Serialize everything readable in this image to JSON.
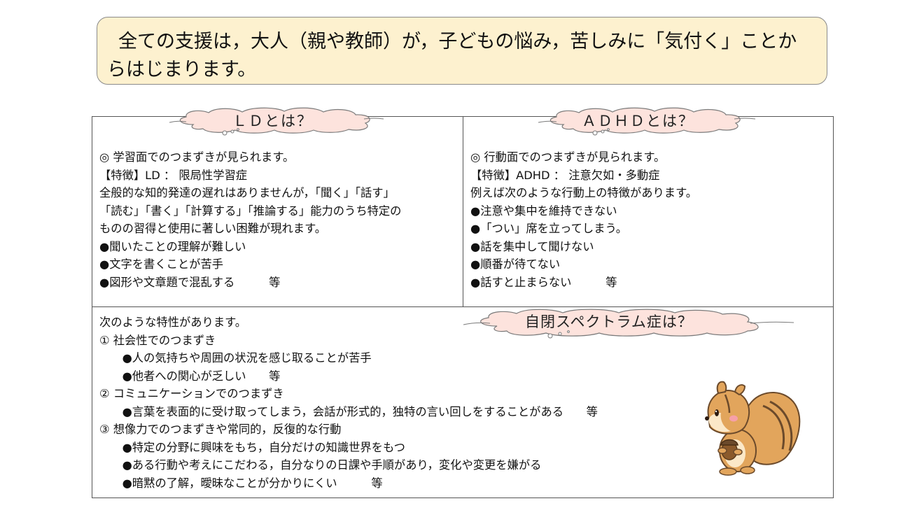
{
  "banner": {
    "line1": "全ての支援は，大人（親や教師）が，子どもの悩み，苦しみに「気付く」ことか",
    "line2": "らはじまります。"
  },
  "ld": {
    "title": "ＬＤとは？",
    "lines": [
      "◎  学習面でのつまずきが見られます。",
      "  【特徴】LD ： 限局性学習症",
      "全般的な知的発達の遅れはありませんが，「聞く」「話す」",
      "「読む」「書く」「計算する」「推論する」能力のうち特定の",
      "ものの習得と使用に著しい困難が現れます。",
      "●聞いたことの理解が難しい",
      "●文字を書くことが苦手",
      "●図形や文章題で混乱する　　　等"
    ]
  },
  "adhd": {
    "title": "ＡＤＨＤとは？",
    "lines": [
      "◎  行動面でのつまずきが見られます。",
      "  【特徴】ADHD ： 注意欠如・多動症",
      "例えば次のような行動上の特徴があります。",
      "●注意や集中を維持できない",
      "●「つい」席を立ってしまう。",
      "●話を集中して聞けない",
      "●順番が待てない",
      "●話すと止まらない　　　等"
    ]
  },
  "asd": {
    "title": "自閉スペクトラム症は？",
    "lines": [
      "次のような特性があります。",
      "①  社会性でのつまずき",
      "　　●人の気持ちや周囲の状況を感じ取ることが苦手",
      "　　●他者への関心が乏しい　　等",
      "②  コミュニケーションでのつまずき",
      "　　●言葉を表面的に受け取ってしまう，会話が形式的，独特の言い回しをすることがある　　等",
      "③  想像力でのつまずきや常同的，反復的な行動",
      "　　●特定の分野に興味をもち，自分だけの知識世界をもつ",
      "　　●ある行動や考えにこだわる，自分なりの日課や手順があり，変化や変更を嫌がる",
      "　　●暗黙の了解，曖昧なことが分かりにくい　　　等"
    ]
  },
  "colors": {
    "banner_fill": "#fdf1cf",
    "cloud_fill": "#fde3dd",
    "squirrel_body": "#e2a55c",
    "squirrel_belly": "#fbe8c8"
  }
}
